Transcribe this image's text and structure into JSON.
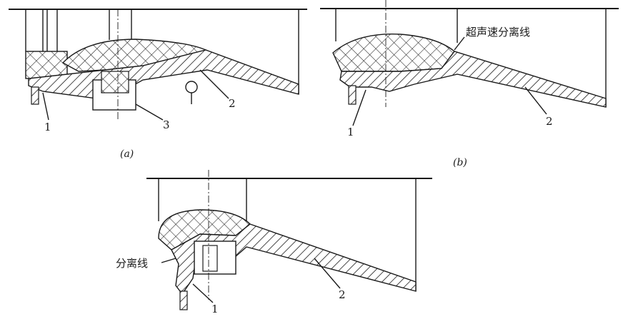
{
  "panels": {
    "a": {
      "caption": "(a)",
      "part1": "1",
      "part2": "2",
      "part3": "3"
    },
    "b": {
      "caption": "(b)",
      "part1": "1",
      "part2": "2",
      "separation_label": "超声速分离线"
    },
    "c": {
      "part1": "1",
      "part2": "2",
      "separation_label": "分离线"
    }
  }
}
